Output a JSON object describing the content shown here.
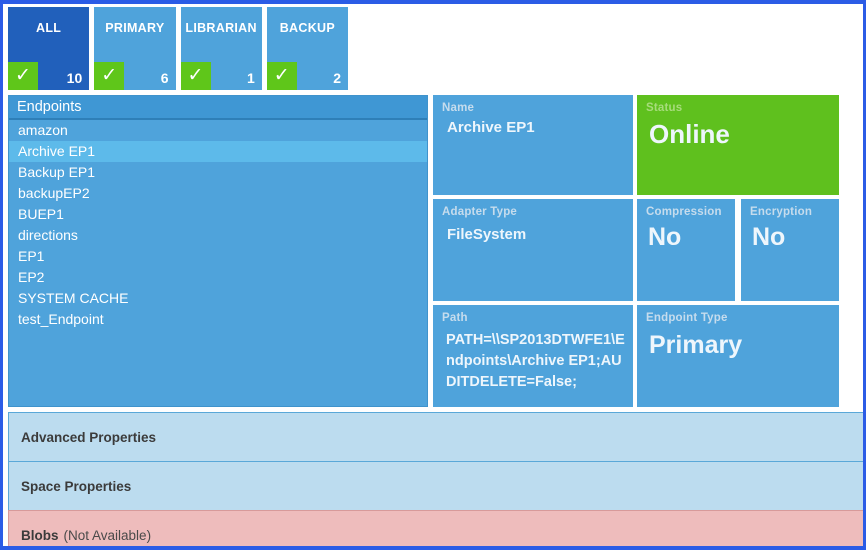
{
  "filters": {
    "tiles": [
      {
        "title": "ALL",
        "count": "10",
        "checked_icon": "check-icon",
        "selected": true
      },
      {
        "title": "PRIMARY",
        "count": "6",
        "checked_icon": "check-icon",
        "selected": false
      },
      {
        "title": "LIBRARIAN",
        "count": "1",
        "checked_icon": "check-icon",
        "selected": false
      },
      {
        "title": "BACKUP",
        "count": "2",
        "checked_icon": "check-icon",
        "selected": false
      }
    ],
    "check_glyph": "✓"
  },
  "endpoints": {
    "header": "Endpoints",
    "items": [
      {
        "label": "amazon",
        "selected": false
      },
      {
        "label": "Archive EP1",
        "selected": true
      },
      {
        "label": "Backup EP1",
        "selected": false
      },
      {
        "label": "backupEP2",
        "selected": false
      },
      {
        "label": "BUEP1",
        "selected": false
      },
      {
        "label": "directions",
        "selected": false
      },
      {
        "label": "EP1",
        "selected": false
      },
      {
        "label": "EP2",
        "selected": false
      },
      {
        "label": "SYSTEM CACHE",
        "selected": false
      },
      {
        "label": "test_Endpoint",
        "selected": false
      }
    ]
  },
  "details": {
    "name": {
      "label": "Name",
      "value": "Archive EP1"
    },
    "status": {
      "label": "Status",
      "value": "Online"
    },
    "adapter_type": {
      "label": "Adapter Type",
      "value": "FileSystem"
    },
    "compression": {
      "label": "Compression",
      "value": "No"
    },
    "encryption": {
      "label": "Encryption",
      "value": "No"
    },
    "path": {
      "label": "Path",
      "value": "PATH=\\\\SP2013DTWFE1\\Endpoints\\Archive EP1;AUDITDELETE=False;"
    },
    "endpoint_type": {
      "label": "Endpoint Type",
      "value": "Primary"
    }
  },
  "accordion": {
    "advanced_properties": "Advanced Properties",
    "space_properties": "Space Properties",
    "blobs_title": "Blobs",
    "blobs_status": "(Not Available)"
  },
  "colors": {
    "tile_blue": "#4fa3db",
    "tile_blue_selected": "#2160bb",
    "status_green": "#5fc01e",
    "check_green": "#5fc61a",
    "list_selected": "#5dbaea",
    "accordion_blue": "#bcdcef",
    "accordion_pink": "#eebcbc",
    "page_border": "#2b5ce6"
  }
}
